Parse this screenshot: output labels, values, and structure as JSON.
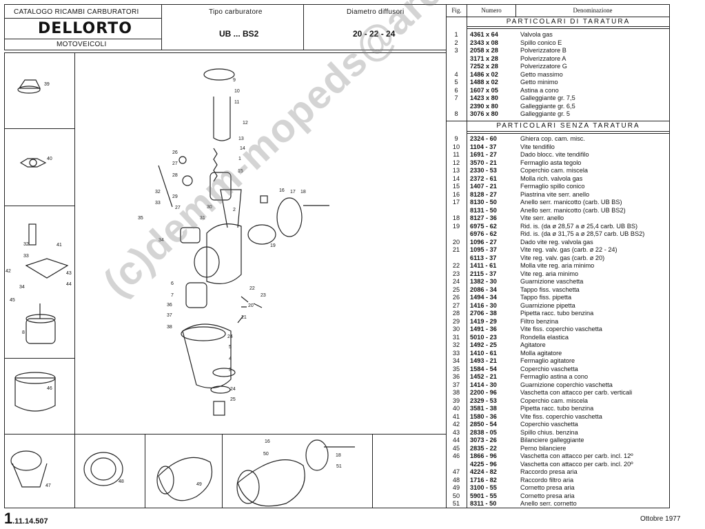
{
  "header": {
    "catalog_title": "CATALOGO RICAMBI CARBURATORI",
    "brand": "DELLORTO",
    "category": "MOTOVEICOLI",
    "type_label": "Tipo carburatore",
    "type_value": "UB ... BS2",
    "diam_label": "Diametro diffusori",
    "diam_value": "20 - 22 - 24"
  },
  "table": {
    "col_fig": "Fig.",
    "col_num": "Numero",
    "col_den": "Denominazione",
    "section1_title": "PARTICOLARI DI TARATURA",
    "section2_title": "PARTICOLARI SENZA TARATURA",
    "section1_rows": [
      {
        "fig": "1",
        "num": "4361 x 64",
        "den": "Valvola gas"
      },
      {
        "fig": "2",
        "num": "2343 x 08",
        "den": "Spillo conico E"
      },
      {
        "fig": "3",
        "num": "2058 x 28",
        "den": "Polverizzatore B"
      },
      {
        "fig": "",
        "num": "3171 x 28",
        "den": "Polverizzatore A"
      },
      {
        "fig": "",
        "num": "7252 x 28",
        "den": "Polverizzatore G"
      },
      {
        "fig": "4",
        "num": "1486 x 02",
        "den": "Getto massimo"
      },
      {
        "fig": "5",
        "num": "1488 x 02",
        "den": "Getto minimo"
      },
      {
        "fig": "6",
        "num": "1607 x 05",
        "den": "Astina a cono"
      },
      {
        "fig": "7",
        "num": "1423 x 80",
        "den": "Galleggiante gr. 7,5"
      },
      {
        "fig": "",
        "num": "2390 x 80",
        "den": "Galleggiante gr. 6,5"
      },
      {
        "fig": "8",
        "num": "3076 x 80",
        "den": "Galleggiante gr. 5"
      }
    ],
    "section2_rows": [
      {
        "fig": "9",
        "num": "2324 - 60",
        "den": "Ghiera cop. cam. misc."
      },
      {
        "fig": "10",
        "num": "1104 - 37",
        "den": "Vite tendifilo"
      },
      {
        "fig": "11",
        "num": "1691 - 27",
        "den": "Dado blocc. vite tendifilo"
      },
      {
        "fig": "12",
        "num": "3570 - 21",
        "den": "Fermaglio asta tegolo"
      },
      {
        "fig": "13",
        "num": "2330 - 53",
        "den": "Coperchio cam. miscela"
      },
      {
        "fig": "14",
        "num": "2372 - 61",
        "den": "Molla rich. valvola gas"
      },
      {
        "fig": "15",
        "num": "1407 - 21",
        "den": "Fermaglio spillo conico"
      },
      {
        "fig": "16",
        "num": "8128 - 27",
        "den": "Piastrina vite serr. anello"
      },
      {
        "fig": "17",
        "num": "8130 - 50",
        "den": "Anello serr. manicotto (carb. UB BS)"
      },
      {
        "fig": "",
        "num": "8131 - 50",
        "den": "Anello serr. manicotto (carb. UB BS2)"
      },
      {
        "fig": "18",
        "num": "8127 - 36",
        "den": "Vite serr. anello"
      },
      {
        "fig": "19",
        "num": "6975 - 62",
        "den": "Rid. is. (da ø 28,57 a ø 25,4 carb. UB BS)"
      },
      {
        "fig": "",
        "num": "6976 - 62",
        "den": "Rid. is. (da ø 31,75 a ø 28,57 carb. UB BS2)"
      },
      {
        "fig": "20",
        "num": "1096 - 27",
        "den": "Dado vite reg. valvola gas"
      },
      {
        "fig": "21",
        "num": "1095 - 37",
        "den": "Vite reg. valv. gas (carb. ø 22 - 24)"
      },
      {
        "fig": "",
        "num": "6113 - 37",
        "den": "Vite reg. valv. gas (carb. ø 20)"
      },
      {
        "fig": "22",
        "num": "1411 - 61",
        "den": "Molla vite reg. aria minimo"
      },
      {
        "fig": "23",
        "num": "2115 - 37",
        "den": "Vite reg. aria minimo"
      },
      {
        "fig": "24",
        "num": "1382 - 30",
        "den": "Guarnizione vaschetta"
      },
      {
        "fig": "25",
        "num": "2086 - 34",
        "den": "Tappo fiss. vaschetta"
      },
      {
        "fig": "26",
        "num": "1494 - 34",
        "den": "Tappo fiss. pipetta"
      },
      {
        "fig": "27",
        "num": "1416 - 30",
        "den": "Guarnizione pipetta"
      },
      {
        "fig": "28",
        "num": "2706 - 38",
        "den": "Pipetta racc. tubo benzina"
      },
      {
        "fig": "29",
        "num": "1419 - 29",
        "den": "Filtro benzina"
      },
      {
        "fig": "30",
        "num": "1491 - 36",
        "den": "Vite fiss. coperchio vaschetta"
      },
      {
        "fig": "31",
        "num": "5010 - 23",
        "den": "Rondella elastica"
      },
      {
        "fig": "32",
        "num": "1492 - 25",
        "den": "Agitatore"
      },
      {
        "fig": "33",
        "num": "1410 - 61",
        "den": "Molla agitatore"
      },
      {
        "fig": "34",
        "num": "1493 - 21",
        "den": "Fermaglio agitatore"
      },
      {
        "fig": "35",
        "num": "1584 - 54",
        "den": "Coperchio vaschetta"
      },
      {
        "fig": "36",
        "num": "1452 - 21",
        "den": "Fermaglio astina a cono"
      },
      {
        "fig": "37",
        "num": "1414 - 30",
        "den": "Guarnizione coperchio vaschetta"
      },
      {
        "fig": "38",
        "num": "2200 - 96",
        "den": "Vaschetta con attacco per carb. verticali"
      },
      {
        "fig": "39",
        "num": "2329 - 53",
        "den": "Coperchio cam. miscela"
      },
      {
        "fig": "40",
        "num": "3581 - 38",
        "den": "Pipetta racc. tubo benzina"
      },
      {
        "fig": "41",
        "num": "1580 - 36",
        "den": "Vite fiss. coperchio vaschetta"
      },
      {
        "fig": "42",
        "num": "2850 - 54",
        "den": "Coperchio vaschetta"
      },
      {
        "fig": "43",
        "num": "2838 - 05",
        "den": "Spillo chius. benzina"
      },
      {
        "fig": "44",
        "num": "3073 - 26",
        "den": "Bilanciere galleggiante"
      },
      {
        "fig": "45",
        "num": "2835 - 22",
        "den": "Perno bilanciere"
      },
      {
        "fig": "46",
        "num": "1866 - 96",
        "den": "Vaschetta con attacco per carb. incl. 12º"
      },
      {
        "fig": "",
        "num": "4225 - 96",
        "den": "Vaschetta con attacco per carb. incl. 20º"
      },
      {
        "fig": "47",
        "num": "4224 - 82",
        "den": "Raccordo presa aria"
      },
      {
        "fig": "48",
        "num": "1716 - 82",
        "den": "Raccordo filtro aria"
      },
      {
        "fig": "49",
        "num": "3100 - 55",
        "den": "Cornetto presa aria"
      },
      {
        "fig": "50",
        "num": "5901 - 55",
        "den": "Cornetto presa aria"
      },
      {
        "fig": "51",
        "num": "8311 - 50",
        "den": "Anello serr. cornetto"
      }
    ]
  },
  "diagram_labels": [
    "1",
    "2",
    "3",
    "4",
    "5",
    "6",
    "7",
    "8",
    "9",
    "10",
    "11",
    "12",
    "13",
    "14",
    "15",
    "16",
    "17",
    "18",
    "19",
    "20",
    "21",
    "22",
    "23",
    "24",
    "25",
    "26",
    "27",
    "28",
    "29",
    "30",
    "31",
    "32",
    "33",
    "34",
    "35",
    "36",
    "37",
    "38",
    "39",
    "40",
    "41",
    "42",
    "43",
    "44",
    "45",
    "46",
    "47",
    "48",
    "49",
    "50",
    "51"
  ],
  "footer": {
    "page_code_big": "1",
    "page_code_rest": ".11.14.507",
    "date": "Ottobre 1977"
  },
  "watermark": "(c)demm-mopeds@arcor.de"
}
